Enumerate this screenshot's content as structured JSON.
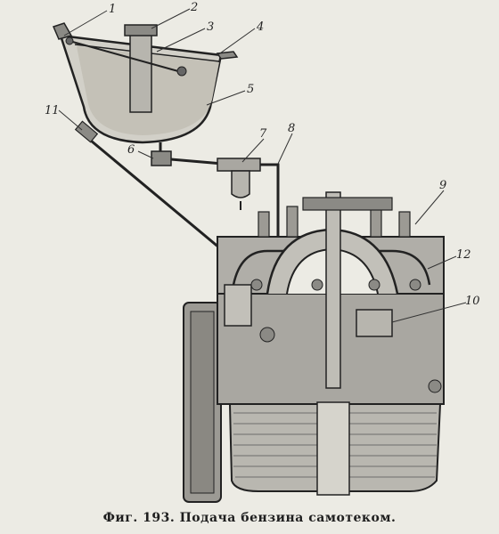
{
  "caption": "Фиг. 193. Подача бензина самотеком.",
  "callouts": [
    "1",
    "2",
    "3",
    "4",
    "5",
    "6",
    "7",
    "8",
    "9",
    "10",
    "11",
    "12"
  ],
  "colors": {
    "ink": "#222222",
    "paper": "#ecebe4",
    "fuel": "#c9c6bd",
    "metal": "#a9a7a1"
  }
}
